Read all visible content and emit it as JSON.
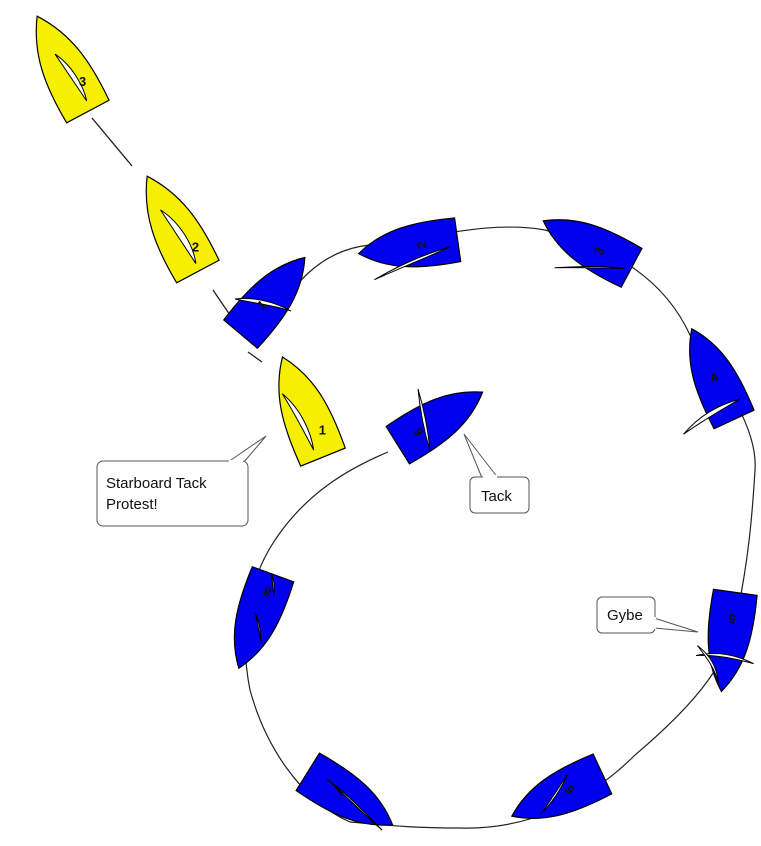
{
  "colors": {
    "blue_boat": "#0000ee",
    "yellow_boat": "#f5f000",
    "outline": "#000000",
    "track": "#222222",
    "callout_fill": "#ffffff",
    "callout_stroke": "#555555"
  },
  "yellow_boats": [
    {
      "number": "3"
    },
    {
      "number": "2"
    },
    {
      "number": "1"
    }
  ],
  "blue_boats": [
    {
      "number": "1"
    },
    {
      "number": "2"
    },
    {
      "number": "3"
    },
    {
      "number": "4"
    },
    {
      "number": "5"
    },
    {
      "number": "6"
    },
    {
      "number": "7"
    },
    {
      "number": "8"
    },
    {
      "number": "9"
    }
  ],
  "callouts": {
    "protest": {
      "lines": [
        "Starboard Tack",
        "Protest!"
      ]
    },
    "tack": {
      "label": "Tack"
    },
    "gybe": {
      "label": "Gybe"
    }
  }
}
